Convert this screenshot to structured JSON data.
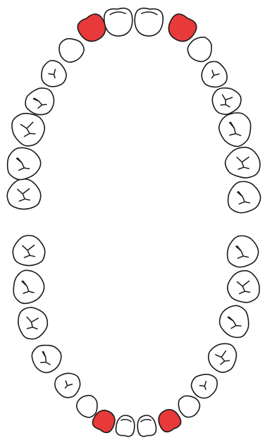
{
  "colors": {
    "background": "#ffffff",
    "tooth_fill": "#ffffff",
    "highlight_fill": "#e8393b",
    "outline": "#1a1a1a"
  },
  "upper_arch": [
    {
      "tooth": "right-third-molar",
      "highlighted": false
    },
    {
      "tooth": "right-second-molar",
      "highlighted": false
    },
    {
      "tooth": "right-first-molar",
      "highlighted": false
    },
    {
      "tooth": "right-second-premolar",
      "highlighted": false
    },
    {
      "tooth": "right-first-premolar",
      "highlighted": false
    },
    {
      "tooth": "right-canine",
      "highlighted": false
    },
    {
      "tooth": "right-lateral-incisor",
      "highlighted": true
    },
    {
      "tooth": "right-central-incisor",
      "highlighted": false
    },
    {
      "tooth": "left-central-incisor",
      "highlighted": false
    },
    {
      "tooth": "left-lateral-incisor",
      "highlighted": true
    },
    {
      "tooth": "left-canine",
      "highlighted": false
    },
    {
      "tooth": "left-first-premolar",
      "highlighted": false
    },
    {
      "tooth": "left-second-premolar",
      "highlighted": false
    },
    {
      "tooth": "left-first-molar",
      "highlighted": false
    },
    {
      "tooth": "left-second-molar",
      "highlighted": false
    },
    {
      "tooth": "left-third-molar",
      "highlighted": false
    }
  ],
  "lower_arch": [
    {
      "tooth": "right-third-molar",
      "highlighted": false
    },
    {
      "tooth": "right-second-molar",
      "highlighted": false
    },
    {
      "tooth": "right-first-molar",
      "highlighted": false
    },
    {
      "tooth": "right-second-premolar",
      "highlighted": false
    },
    {
      "tooth": "right-first-premolar",
      "highlighted": false
    },
    {
      "tooth": "right-canine",
      "highlighted": false
    },
    {
      "tooth": "right-lateral-incisor",
      "highlighted": true
    },
    {
      "tooth": "right-central-incisor",
      "highlighted": false
    },
    {
      "tooth": "left-central-incisor",
      "highlighted": false
    },
    {
      "tooth": "left-lateral-incisor",
      "highlighted": true
    },
    {
      "tooth": "left-canine",
      "highlighted": false
    },
    {
      "tooth": "left-first-premolar",
      "highlighted": false
    },
    {
      "tooth": "left-second-premolar",
      "highlighted": false
    },
    {
      "tooth": "left-first-molar",
      "highlighted": false
    },
    {
      "tooth": "left-second-molar",
      "highlighted": false
    },
    {
      "tooth": "left-third-molar",
      "highlighted": false
    }
  ]
}
